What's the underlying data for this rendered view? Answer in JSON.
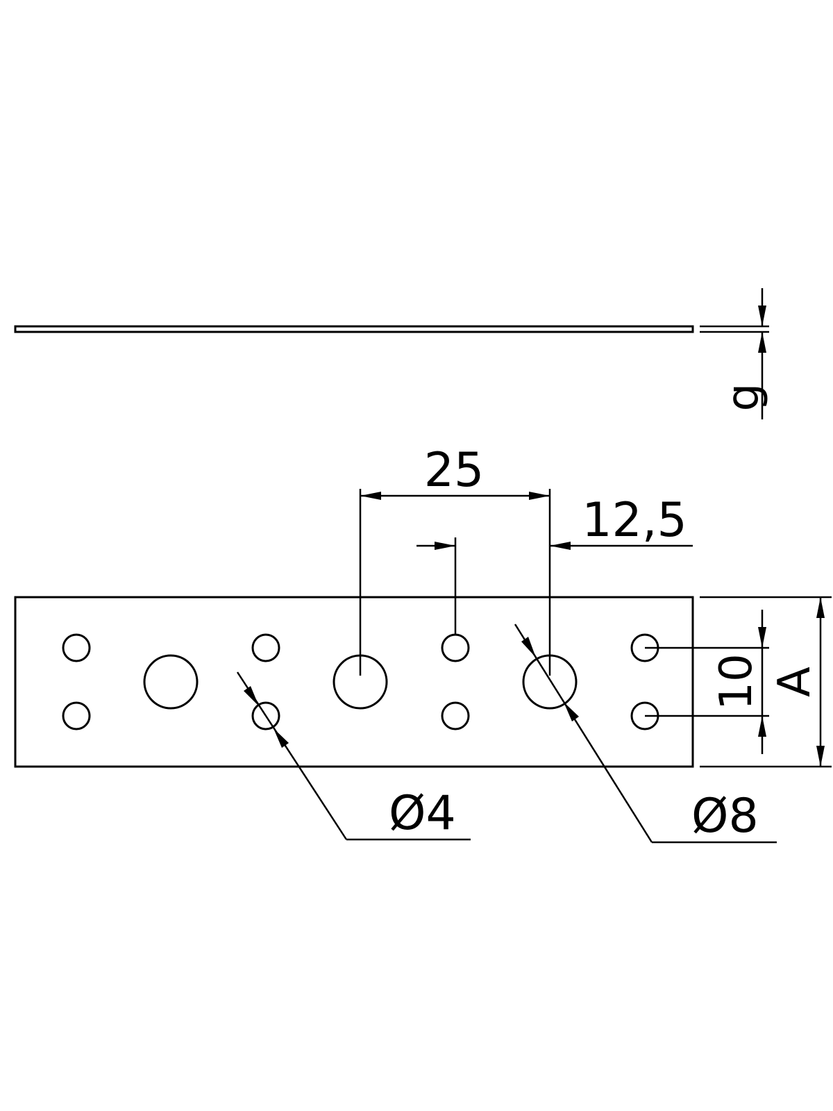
{
  "dimensions": {
    "thickness": "g",
    "pitch": "25",
    "half_pitch": "12,5",
    "hole_spacing": "10",
    "width": "A",
    "small_hole": "Ø4",
    "large_hole": "Ø8"
  },
  "colors": {
    "line": "#000000",
    "background": "#ffffff"
  }
}
